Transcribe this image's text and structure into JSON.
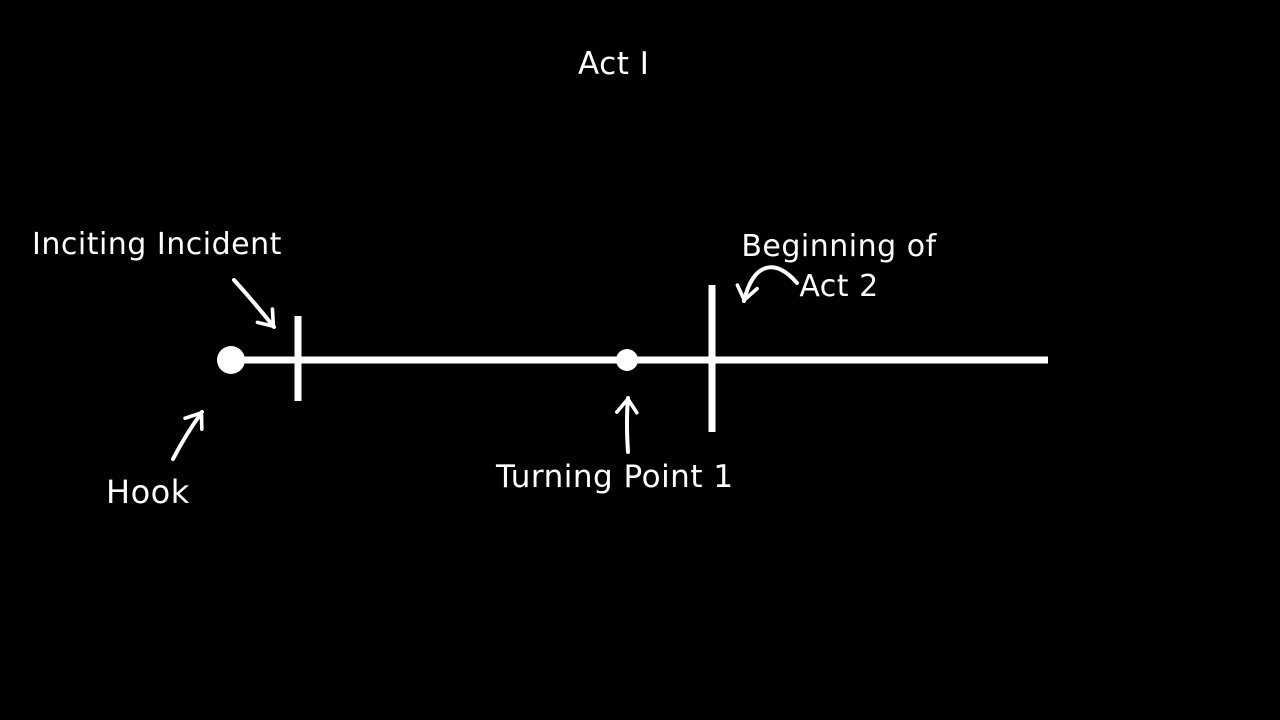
{
  "colors": {
    "background": "#000000",
    "ink": "#ffffff"
  },
  "labels": {
    "act_title": "Act I",
    "inciting_incident": "Inciting Incident",
    "hook": "Hook",
    "turning_point_1": "Turning Point 1",
    "beginning_of_act2_line1": "Beginning of",
    "beginning_of_act2_line2": "Act 2"
  },
  "timeline": {
    "act": "Act I",
    "events_in_order": [
      "Hook",
      "Inciting Incident",
      "Turning Point 1",
      "Beginning of Act 2"
    ],
    "markers": [
      {
        "label": "Hook",
        "marker": "dot",
        "position": "start of line",
        "annotation": "arrow pointing up-right to dot"
      },
      {
        "label": "Inciting Incident",
        "marker": "tick",
        "position": "near start",
        "annotation": "arrow pointing down-right to tick"
      },
      {
        "label": "Turning Point 1",
        "marker": "dot",
        "position": "middle of line",
        "annotation": "arrow pointing up to dot"
      },
      {
        "label": "Beginning of Act 2",
        "marker": "tick",
        "position": "past middle",
        "annotation": "curved arrow pointing down-left to tick"
      }
    ]
  }
}
